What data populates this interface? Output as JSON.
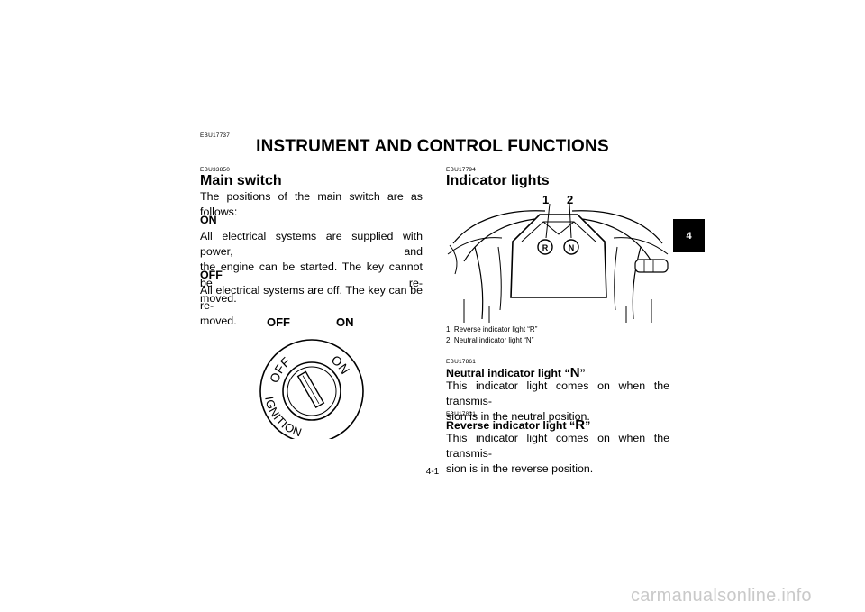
{
  "header": {
    "code": "EBU17737",
    "title": "INSTRUMENT AND CONTROL FUNCTIONS"
  },
  "left": {
    "code": "EBU33850",
    "heading": "Main switch",
    "intro": "The positions of the main switch are as follows:",
    "on_title": "ON",
    "on_text": [
      "All electrical systems are supplied with power, and",
      "the engine can be started. The key cannot be re-",
      "moved."
    ],
    "off_title": "OFF",
    "off_text": [
      "All electrical systems are off. The key can be re-",
      "moved."
    ],
    "figure": {
      "label_off": "OFF",
      "label_on": "ON",
      "ring_off": "OFF",
      "ring_on": "ON",
      "ring_ignition": "IGNITION"
    }
  },
  "right": {
    "code": "EBU17794",
    "heading": "Indicator lights",
    "figure": {
      "callout_1": "1",
      "callout_2": "2",
      "lamp_r": "R",
      "lamp_n": "N"
    },
    "captions": [
      "1. Reverse indicator light “R”",
      "2. Neutral indicator light “N”"
    ],
    "neutral": {
      "code": "EBU17861",
      "title_pre": "Neutral indicator light “",
      "title_letter": "N",
      "title_post": "”",
      "text": [
        "This indicator light comes on when the transmis-",
        "sion is in the neutral position."
      ]
    },
    "reverse": {
      "code": "EBU17831",
      "title_pre": "Reverse indicator light “",
      "title_letter": "R",
      "title_post": "”",
      "text": [
        "This indicator light comes on when the transmis-",
        "sion is in the reverse position."
      ]
    }
  },
  "chapter_tab": "4",
  "page_number": "4-1",
  "watermark": "carmanualsonline.info"
}
